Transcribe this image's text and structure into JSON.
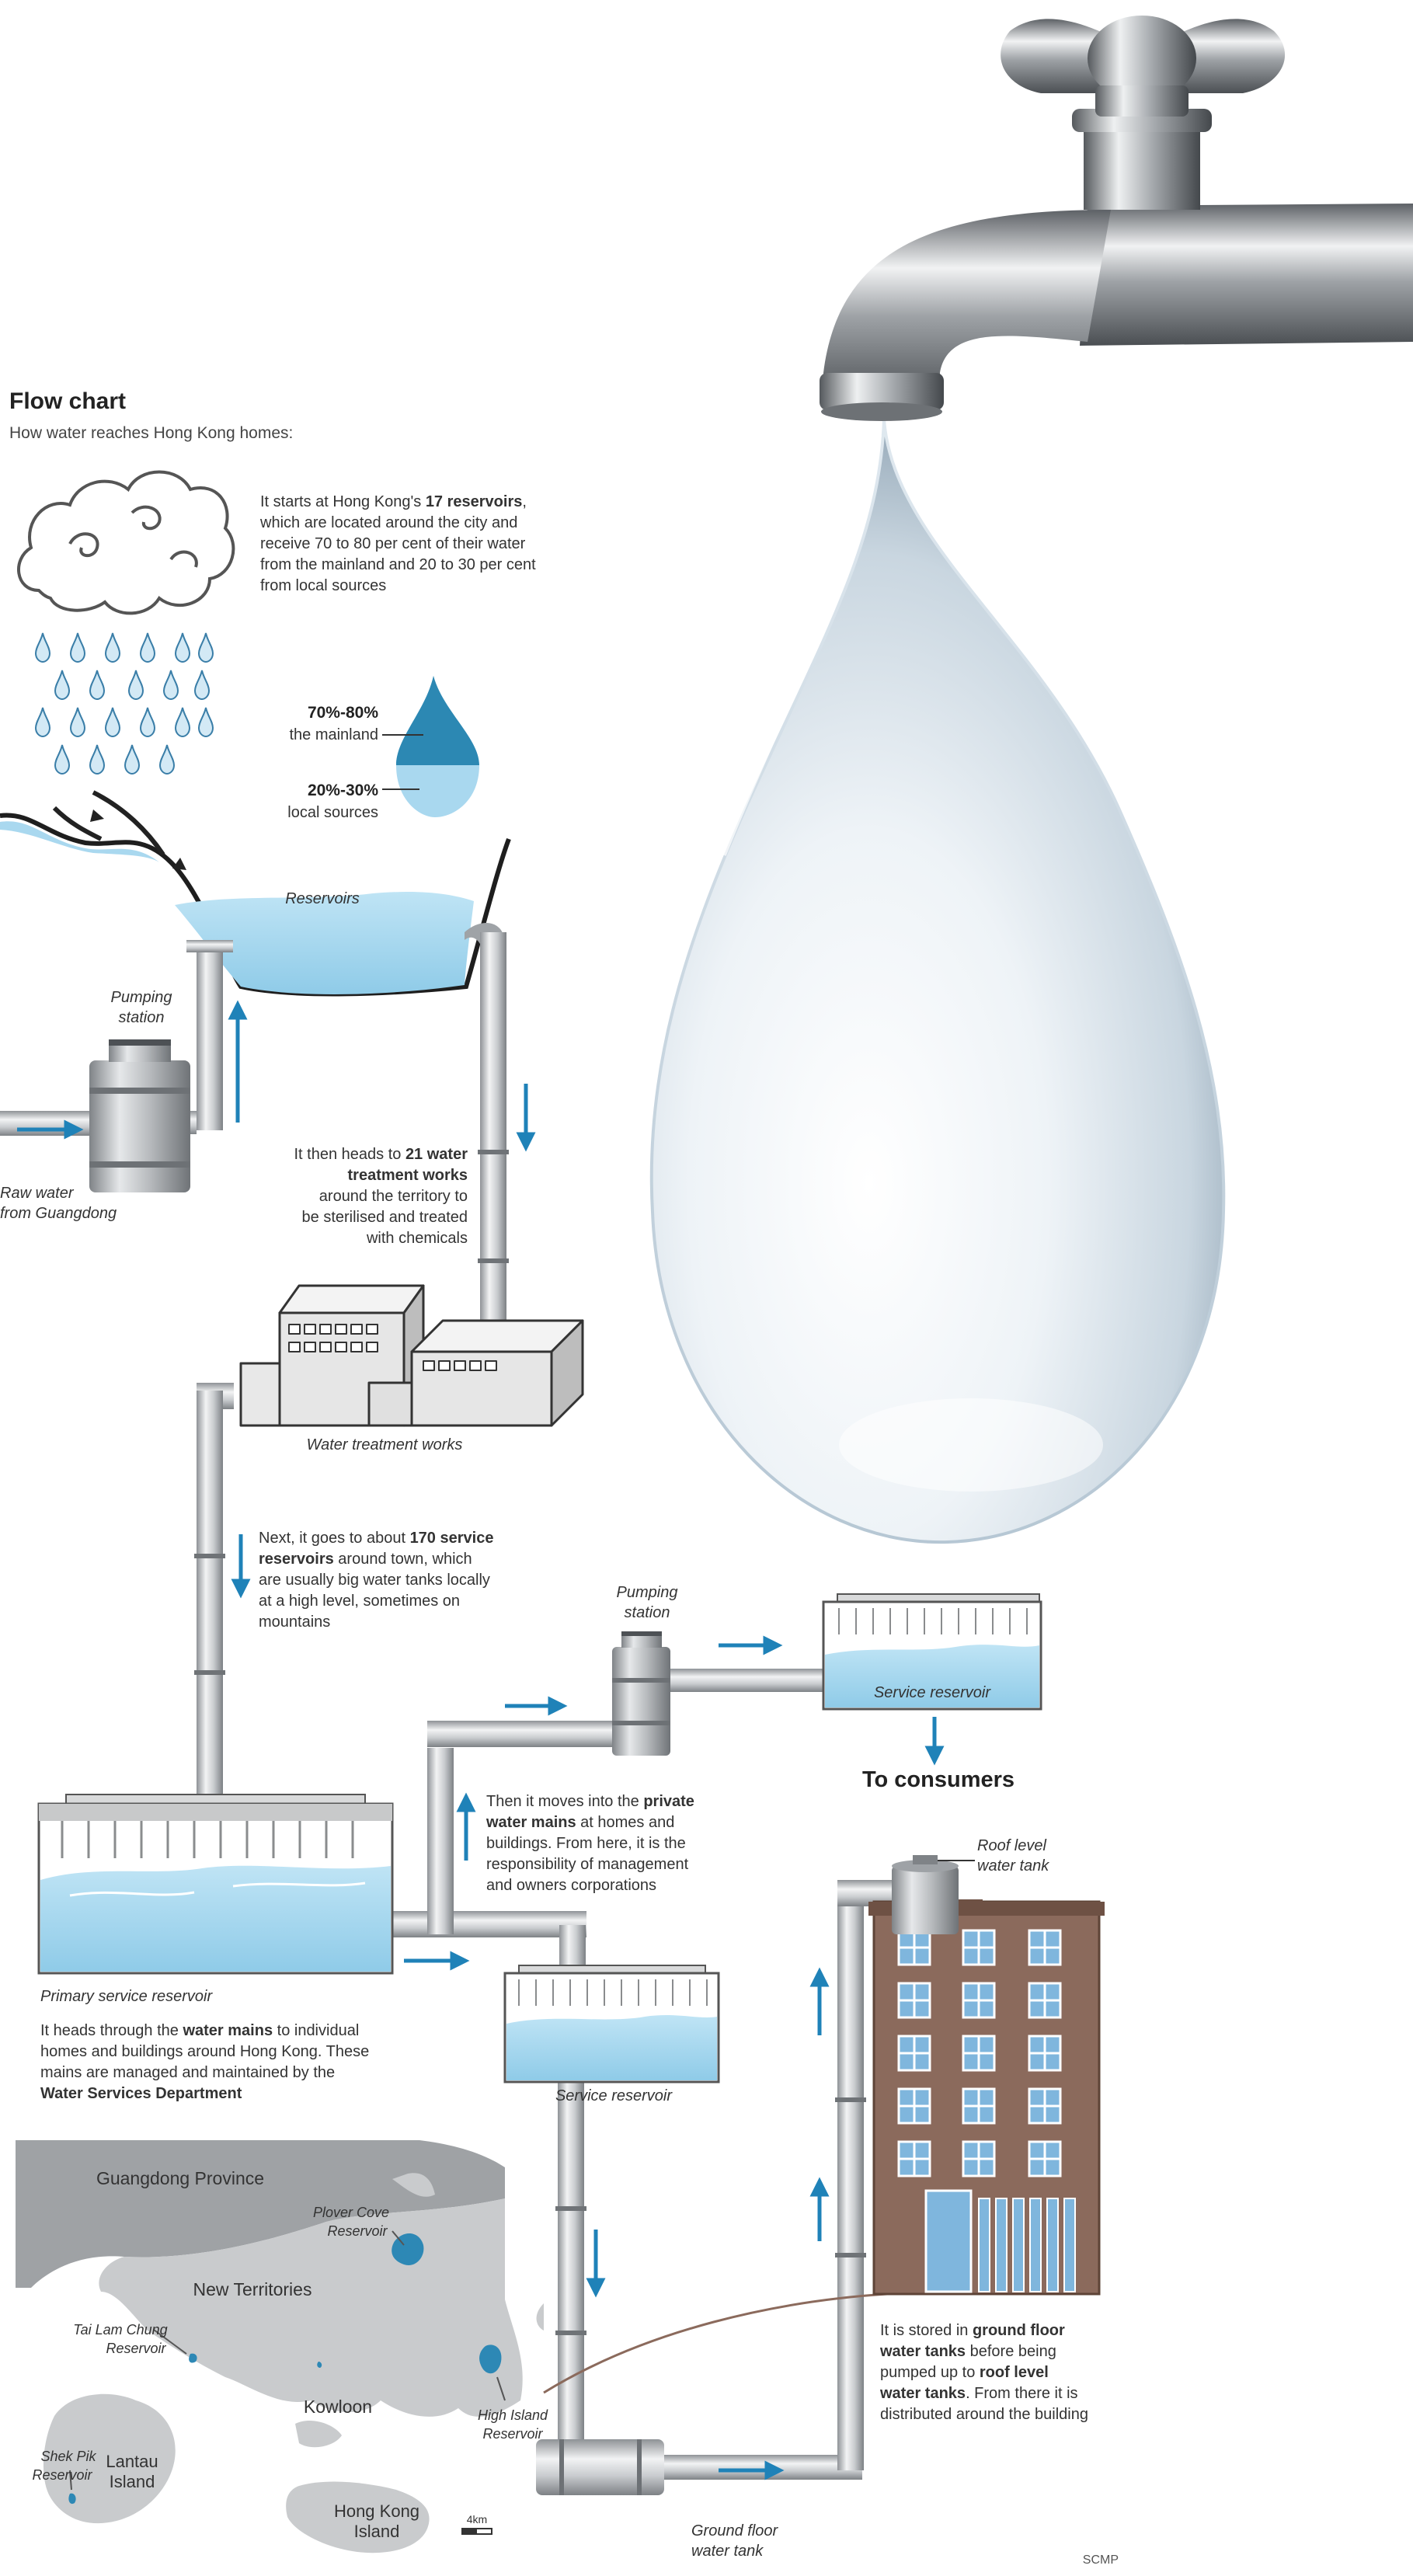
{
  "header": {
    "title": "Flow chart",
    "subtitle": "How water reaches Hong Kong homes:"
  },
  "intro": {
    "lines": [
      [
        {
          "t": "It starts at Hong Kong's "
        },
        {
          "t": "17 reservoirs",
          "b": true
        },
        {
          "t": ","
        }
      ],
      [
        {
          "t": "which are located around the city and"
        }
      ],
      [
        {
          "t": "receive 70 to 80 per cent of their water"
        }
      ],
      [
        {
          "t": "from the mainland and 20 to 30 per cent"
        }
      ],
      [
        {
          "t": "from local sources"
        }
      ]
    ]
  },
  "sources": {
    "mainland_pct": "70%-80%",
    "mainland_label": "the mainland",
    "local_pct": "20%-30%",
    "local_label": "local sources"
  },
  "labels": {
    "reservoirs": "Reservoirs",
    "pumping_station_1a": "Pumping",
    "pumping_station_1b": "station",
    "raw_water_1": "Raw water",
    "raw_water_2": "from Guangdong",
    "water_treatment_works": "Water treatment works",
    "pumping_station_2a": "Pumping",
    "pumping_station_2b": "station",
    "service_reservoir_top": "Service reservoir",
    "to_consumers": "To consumers",
    "primary_service_reservoir": "Primary service reservoir",
    "service_reservoir_mid": "Service reservoir",
    "roof_tank_1": "Roof level",
    "roof_tank_2": "water tank",
    "ground_tank_1": "Ground floor",
    "ground_tank_2": "water tank",
    "credit": "SCMP"
  },
  "treatment_text": {
    "lines": [
      [
        {
          "t": "It then heads to "
        },
        {
          "t": "21 water",
          "b": true
        }
      ],
      [
        {
          "t": "treatment works",
          "b": true
        }
      ],
      [
        {
          "t": "around the territory to"
        }
      ],
      [
        {
          "t": "be sterilised and treated"
        }
      ],
      [
        {
          "t": "with chemicals"
        }
      ]
    ]
  },
  "service_text": {
    "lines": [
      [
        {
          "t": "Next, it goes to about "
        },
        {
          "t": "170 service",
          "b": true
        }
      ],
      [
        {
          "t": "reservoirs",
          "b": true
        },
        {
          "t": " around town, which"
        }
      ],
      [
        {
          "t": "are usually big water tanks locally"
        }
      ],
      [
        {
          "t": "at a high level, sometimes on"
        }
      ],
      [
        {
          "t": "mountains"
        }
      ]
    ]
  },
  "private_text": {
    "lines": [
      [
        {
          "t": "Then it moves into the "
        },
        {
          "t": "private",
          "b": true
        }
      ],
      [
        {
          "t": "water mains",
          "b": true
        },
        {
          "t": " at homes and"
        }
      ],
      [
        {
          "t": "buildings. From here, it is the"
        }
      ],
      [
        {
          "t": "responsibility of management"
        }
      ],
      [
        {
          "t": "and owners corporations"
        }
      ]
    ]
  },
  "mains_text": {
    "lines": [
      [
        {
          "t": "It heads through the "
        },
        {
          "t": "water mains",
          "b": true
        },
        {
          "t": " to individual"
        }
      ],
      [
        {
          "t": "homes and buildings around Hong Kong. These"
        }
      ],
      [
        {
          "t": "mains are managed and maintained by the"
        }
      ],
      [
        {
          "t": "Water Services Department",
          "b": true
        }
      ]
    ]
  },
  "building_text": {
    "lines": [
      [
        {
          "t": "It is stored in "
        },
        {
          "t": "ground floor",
          "b": true
        }
      ],
      [
        {
          "t": "water tanks",
          "b": true
        },
        {
          "t": " before being"
        }
      ],
      [
        {
          "t": "pumped up to "
        },
        {
          "t": "roof level",
          "b": true
        }
      ],
      [
        {
          "t": "water tanks",
          "b": true
        },
        {
          "t": ". From there it is"
        }
      ],
      [
        {
          "t": "distributed around the building"
        }
      ]
    ]
  },
  "map": {
    "guangdong": "Guangdong Province",
    "new_territories": "New Territories",
    "kowloon": "Kowloon",
    "hong_kong_island_1": "Hong Kong",
    "hong_kong_island_2": "Island",
    "lantau_1": "Lantau",
    "lantau_2": "Island",
    "plover_cove_1": "Plover Cove",
    "plover_cove_2": "Reservoir",
    "tai_lam_chung_1": "Tai Lam Chung",
    "tai_lam_chung_2": "Reservoir",
    "high_island_1": "High Island",
    "high_island_2": "Reservoir",
    "shek_pik_1": "Shek Pik",
    "shek_pik_2": "Reservoir",
    "scale": "4km"
  },
  "colors": {
    "accent_blue": "#1f82b8",
    "water_light": "#a9d8ef",
    "pipe_grey": "#b9bcbf",
    "building_brown": "#8b6a5c",
    "map_grey": "#c9cbcd"
  }
}
